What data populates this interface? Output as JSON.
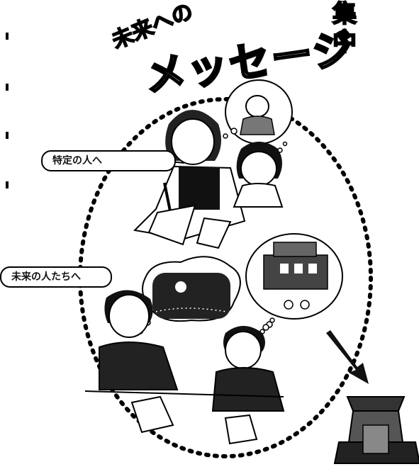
{
  "title": {
    "line1": "未来への",
    "line2": "メッセージ",
    "side_badge": "集中"
  },
  "labels": {
    "specific_people": "特定の人へ",
    "future_people": "未来の人たちへ"
  },
  "colors": {
    "ink": "#000000",
    "paper": "#ffffff",
    "shade": "#555555"
  }
}
